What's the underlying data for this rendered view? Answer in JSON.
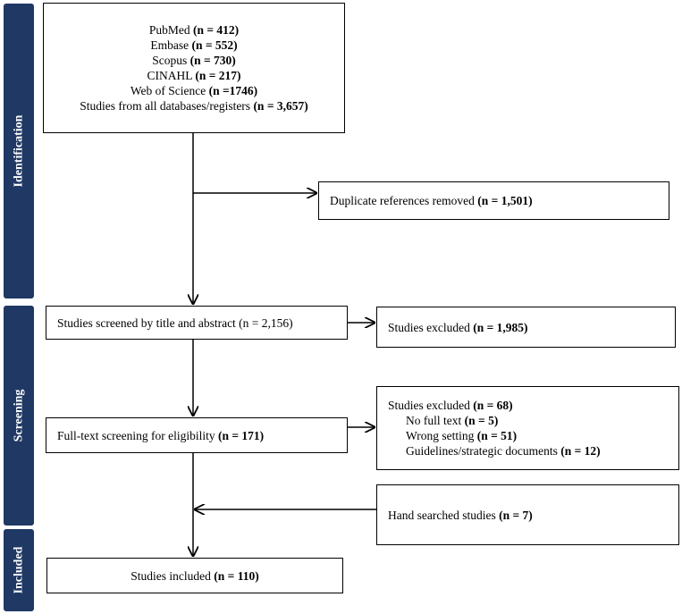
{
  "phases": {
    "identification": "Identification",
    "screening": "Screening",
    "included": "Included"
  },
  "sources": {
    "lines": [
      {
        "label": "PubMed ",
        "count": "(n = 412)"
      },
      {
        "label": "Embase ",
        "count": "(n = 552)"
      },
      {
        "label": "Scopus ",
        "count": "(n = 730)"
      },
      {
        "label": "CINAHL ",
        "count": "(n = 217)"
      },
      {
        "label": "Web of Science ",
        "count": "(n =1746)"
      },
      {
        "label": "Studies from all databases/registers ",
        "count": "(n = 3,657)"
      }
    ]
  },
  "duplicates": {
    "label": "Duplicate references removed ",
    "count": "(n = 1,501)"
  },
  "screened": {
    "label": "Studies screened by title and abstract (n = 2,156)"
  },
  "excluded_screen": {
    "label": "Studies excluded ",
    "count": "(n = 1,985)"
  },
  "fulltext": {
    "label": "Full-text screening for eligibility ",
    "count": "(n = 171)"
  },
  "excluded_full": {
    "label": "Studies excluded ",
    "count": "(n = 68)",
    "reasons": [
      {
        "label": "No full text ",
        "count": "(n = 5)"
      },
      {
        "label": "Wrong setting ",
        "count": "(n = 51)"
      },
      {
        "label": "Guidelines/strategic documents ",
        "count": "(n = 12)"
      }
    ]
  },
  "hand_searched": {
    "label": "Hand searched studies ",
    "count": "(n = 7)"
  },
  "included": {
    "label": "Studies included ",
    "count": "(n = 110)"
  }
}
